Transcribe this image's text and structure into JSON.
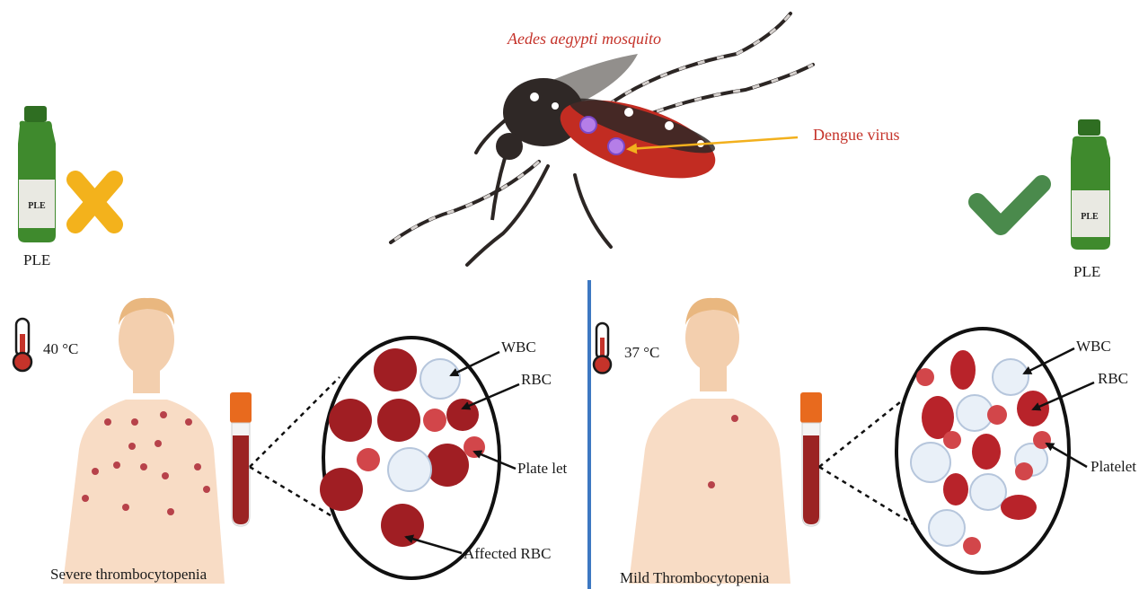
{
  "mosquito": {
    "label": "Aedes aegypti mosquito",
    "virus_label": "Dengue virus"
  },
  "left": {
    "bottle_label": "PLE",
    "caption_ple": "PLE",
    "mark": "cross-icon",
    "temperature": "40 °C",
    "diagnosis": "Severe thrombocytopenia",
    "labels": {
      "wbc": "WBC",
      "rbc": "RBC",
      "platelet": "Plate let",
      "affected_rbc": "Affected RBC"
    }
  },
  "right": {
    "bottle_label": "PLE",
    "caption_ple": "PLE",
    "mark": "check-icon",
    "temperature": "37 °C",
    "diagnosis": "Mild Thrombocytopenia",
    "labels": {
      "wbc": "WBC",
      "rbc": "RBC",
      "platelet": "Platelet"
    }
  },
  "colors": {
    "label_red": "#c5332a",
    "divider": "#3d78c2",
    "cross": "#f3b21c",
    "check": "#4a8a4c",
    "bottle": "#3f8a2d",
    "blood": "#9b2323"
  }
}
